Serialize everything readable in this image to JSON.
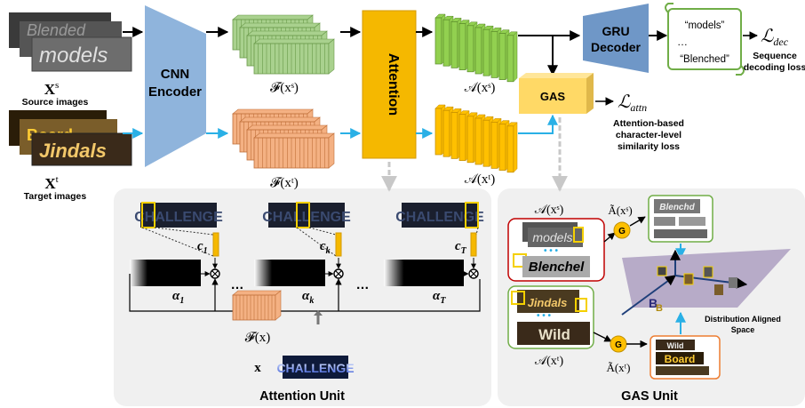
{
  "top": {
    "source_var": "X",
    "source_sup": "s",
    "source_caption": "Source images",
    "target_var": "X",
    "target_sup": "t",
    "target_caption": "Target images",
    "source_words": [
      "Blended",
      "models"
    ],
    "target_words": [
      "Board",
      "Jindals"
    ],
    "encoder_line1": "CNN",
    "encoder_line2": "Encoder",
    "feat_s": "𝓕(xˢ)",
    "feat_t": "𝓕(xᵗ)",
    "attention_label": "Attention",
    "att_s": "𝒜(xˢ)",
    "att_t": "𝒜(xᵗ)",
    "gas_label": "GAS",
    "gru_line1": "GRU",
    "gru_line2": "Decoder",
    "out_word1": "“models”",
    "out_dots": "…",
    "out_word2": "“Blenched”",
    "l_dec": "ℒ",
    "l_dec_sub": "dec",
    "dec_loss_line1": "Sequence",
    "dec_loss_line2": "decoding loss",
    "l_attn": "ℒ",
    "l_attn_sub": "attn",
    "attn_loss_line1": "Attention-based",
    "attn_loss_line2": "character-level",
    "attn_loss_line3": "similarity loss"
  },
  "attention_unit": {
    "word": "CHALLENGE",
    "c1": "c",
    "c1_sub": "1",
    "ck": "c",
    "ck_sub": "k",
    "cT": "c",
    "cT_sub": "T",
    "a1": "α",
    "a1_sub": "1",
    "ak": "α",
    "ak_sub": "k",
    "aT": "α",
    "aT_sub": "T",
    "dots": "…",
    "fx": "𝓕(x)",
    "x": "x",
    "title": "Attention Unit"
  },
  "gas_unit": {
    "as": "𝒜(xˢ)",
    "at": "𝒜(xᵗ)",
    "as_tilde": "Ã(xˢ)",
    "at_tilde": "Ã(xᵗ)",
    "g": "G",
    "word_models": "models",
    "word_blenched": "Blenchel",
    "word_jindals": "Jindals",
    "word_wild": "Wild",
    "crop_blenched": "Blenchd",
    "crop_board": "Board",
    "crop_wild": "Wild",
    "space_line1": "Distribution Aligned",
    "space_line2": "Space",
    "title": "GAS Unit"
  },
  "colors": {
    "encoder": "#8fb4dc",
    "gru": "#6f97c7",
    "attention": "#f5b800",
    "gas": "#ffd966",
    "feature_green": "#a9d18e",
    "feature_orange": "#f4b183",
    "att_green": "#92d050",
    "att_orange": "#ffc000",
    "arrow_blue": "#2ab0e6",
    "panel": "#f0f0f0"
  }
}
